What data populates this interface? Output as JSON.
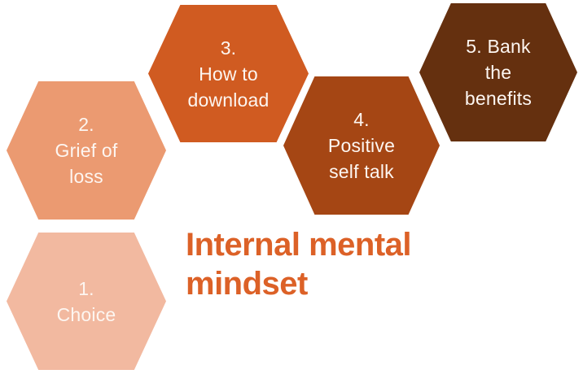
{
  "title": {
    "lines": [
      "Internal mental",
      "mindset"
    ],
    "color": "#DC6127"
  },
  "hexagons": [
    {
      "name": "step-1",
      "lines": [
        "1.",
        "Choice"
      ],
      "fill": "#F2B9A0"
    },
    {
      "name": "step-2",
      "lines": [
        "2.",
        "Grief of",
        "loss"
      ],
      "fill": "#EB9A71"
    },
    {
      "name": "step-3",
      "lines": [
        "3.",
        "How to",
        "download"
      ],
      "fill": "#D05B21"
    },
    {
      "name": "step-4",
      "lines": [
        "4.",
        "Positive",
        "self talk"
      ],
      "fill": "#A54614"
    },
    {
      "name": "step-5",
      "lines": [
        "5. Bank",
        "the",
        "benefits"
      ],
      "fill": "#65300F"
    }
  ],
  "colors": {
    "shape_border": "#FFFFFF",
    "label_text": "#FDF6F1",
    "background": "#FFFFFF"
  }
}
